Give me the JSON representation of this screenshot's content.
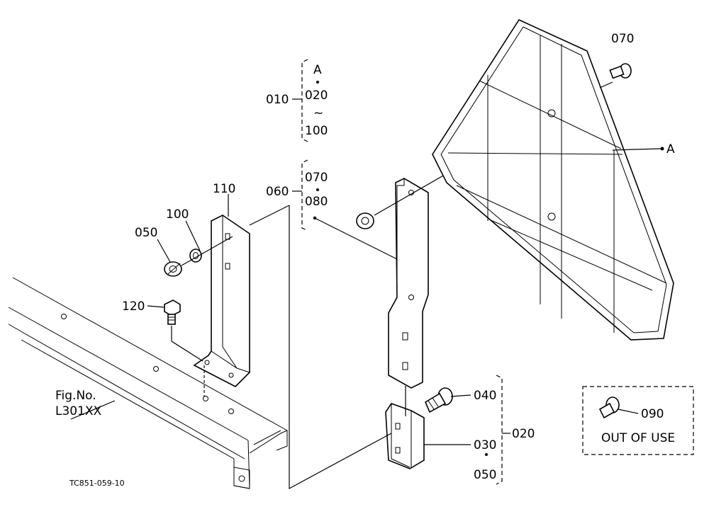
{
  "callouts": {
    "c010": "010",
    "c020_top": "020",
    "tilde": "~",
    "c100_top": "100",
    "a_top": "A",
    "c060": "060",
    "c070_top": "070",
    "c080": "080",
    "c110": "110",
    "c100": "100",
    "c050": "050",
    "c120": "120",
    "c070_right": "070",
    "a_right": "A",
    "c040": "040",
    "c030": "030",
    "c050_bottom": "050",
    "c020_right": "020",
    "c090": "090"
  },
  "fig_ref": {
    "line1": "Fig.No.",
    "line2": "L301XX"
  },
  "out_of_use": "OUT OF USE",
  "drawing_code": "TC851-059-10"
}
